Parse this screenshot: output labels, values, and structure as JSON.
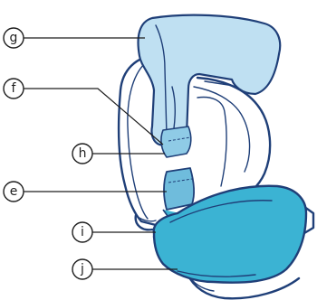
{
  "diagram": {
    "colors": {
      "outline": "#1f3f78",
      "headrest_fill": "#bfe0f2",
      "seat_fill": "#3bb3d3",
      "belt_guide_fill": "#7cc3e0",
      "line": "#1e1e1e"
    },
    "callouts": [
      {
        "id": "g",
        "label": "g"
      },
      {
        "id": "f",
        "label": "f"
      },
      {
        "id": "h",
        "label": "h"
      },
      {
        "id": "e",
        "label": "e"
      },
      {
        "id": "i",
        "label": "i"
      },
      {
        "id": "j",
        "label": "j"
      }
    ]
  }
}
